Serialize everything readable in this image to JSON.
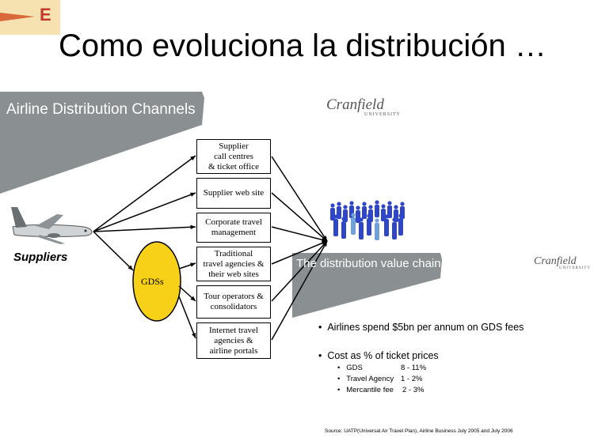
{
  "logo": {
    "letter": "E"
  },
  "title": "Como evoluciona la distribución …",
  "banner": "Airline Distribution Channels",
  "brand": {
    "name": "Cranfield",
    "sub": "UNIVERSITY"
  },
  "suppliers_label": "Suppliers",
  "gds_label": "GDSs",
  "channels": [
    "Supplier\ncall centres\n& ticket office",
    "Supplier web site",
    "Corporate travel\nmanagement",
    "Traditional\ntravel agencies &\ntheir web sites",
    "Tour operators &\nconsolidators",
    "Internet travel\nagencies &\nairline portals"
  ],
  "value_chain_title": "The distribution value chain",
  "bullets": [
    "Airlines spend $5bn per annum on GDS fees",
    "Cost as % of ticket prices"
  ],
  "cost_items": [
    {
      "label": "GDS",
      "value": "8 - 11%"
    },
    {
      "label": "Travel Agency",
      "value": "1 - 2%"
    },
    {
      "label": "Mercantile fee",
      "value": "2 - 3%"
    }
  ],
  "source": "Source: UATP(Universal Air Travel Plan), Airline Business July 2005 and July 2006",
  "colors": {
    "banner": "#8a8f91",
    "gds_fill": "#f7d117",
    "people": "#2f46c8"
  }
}
